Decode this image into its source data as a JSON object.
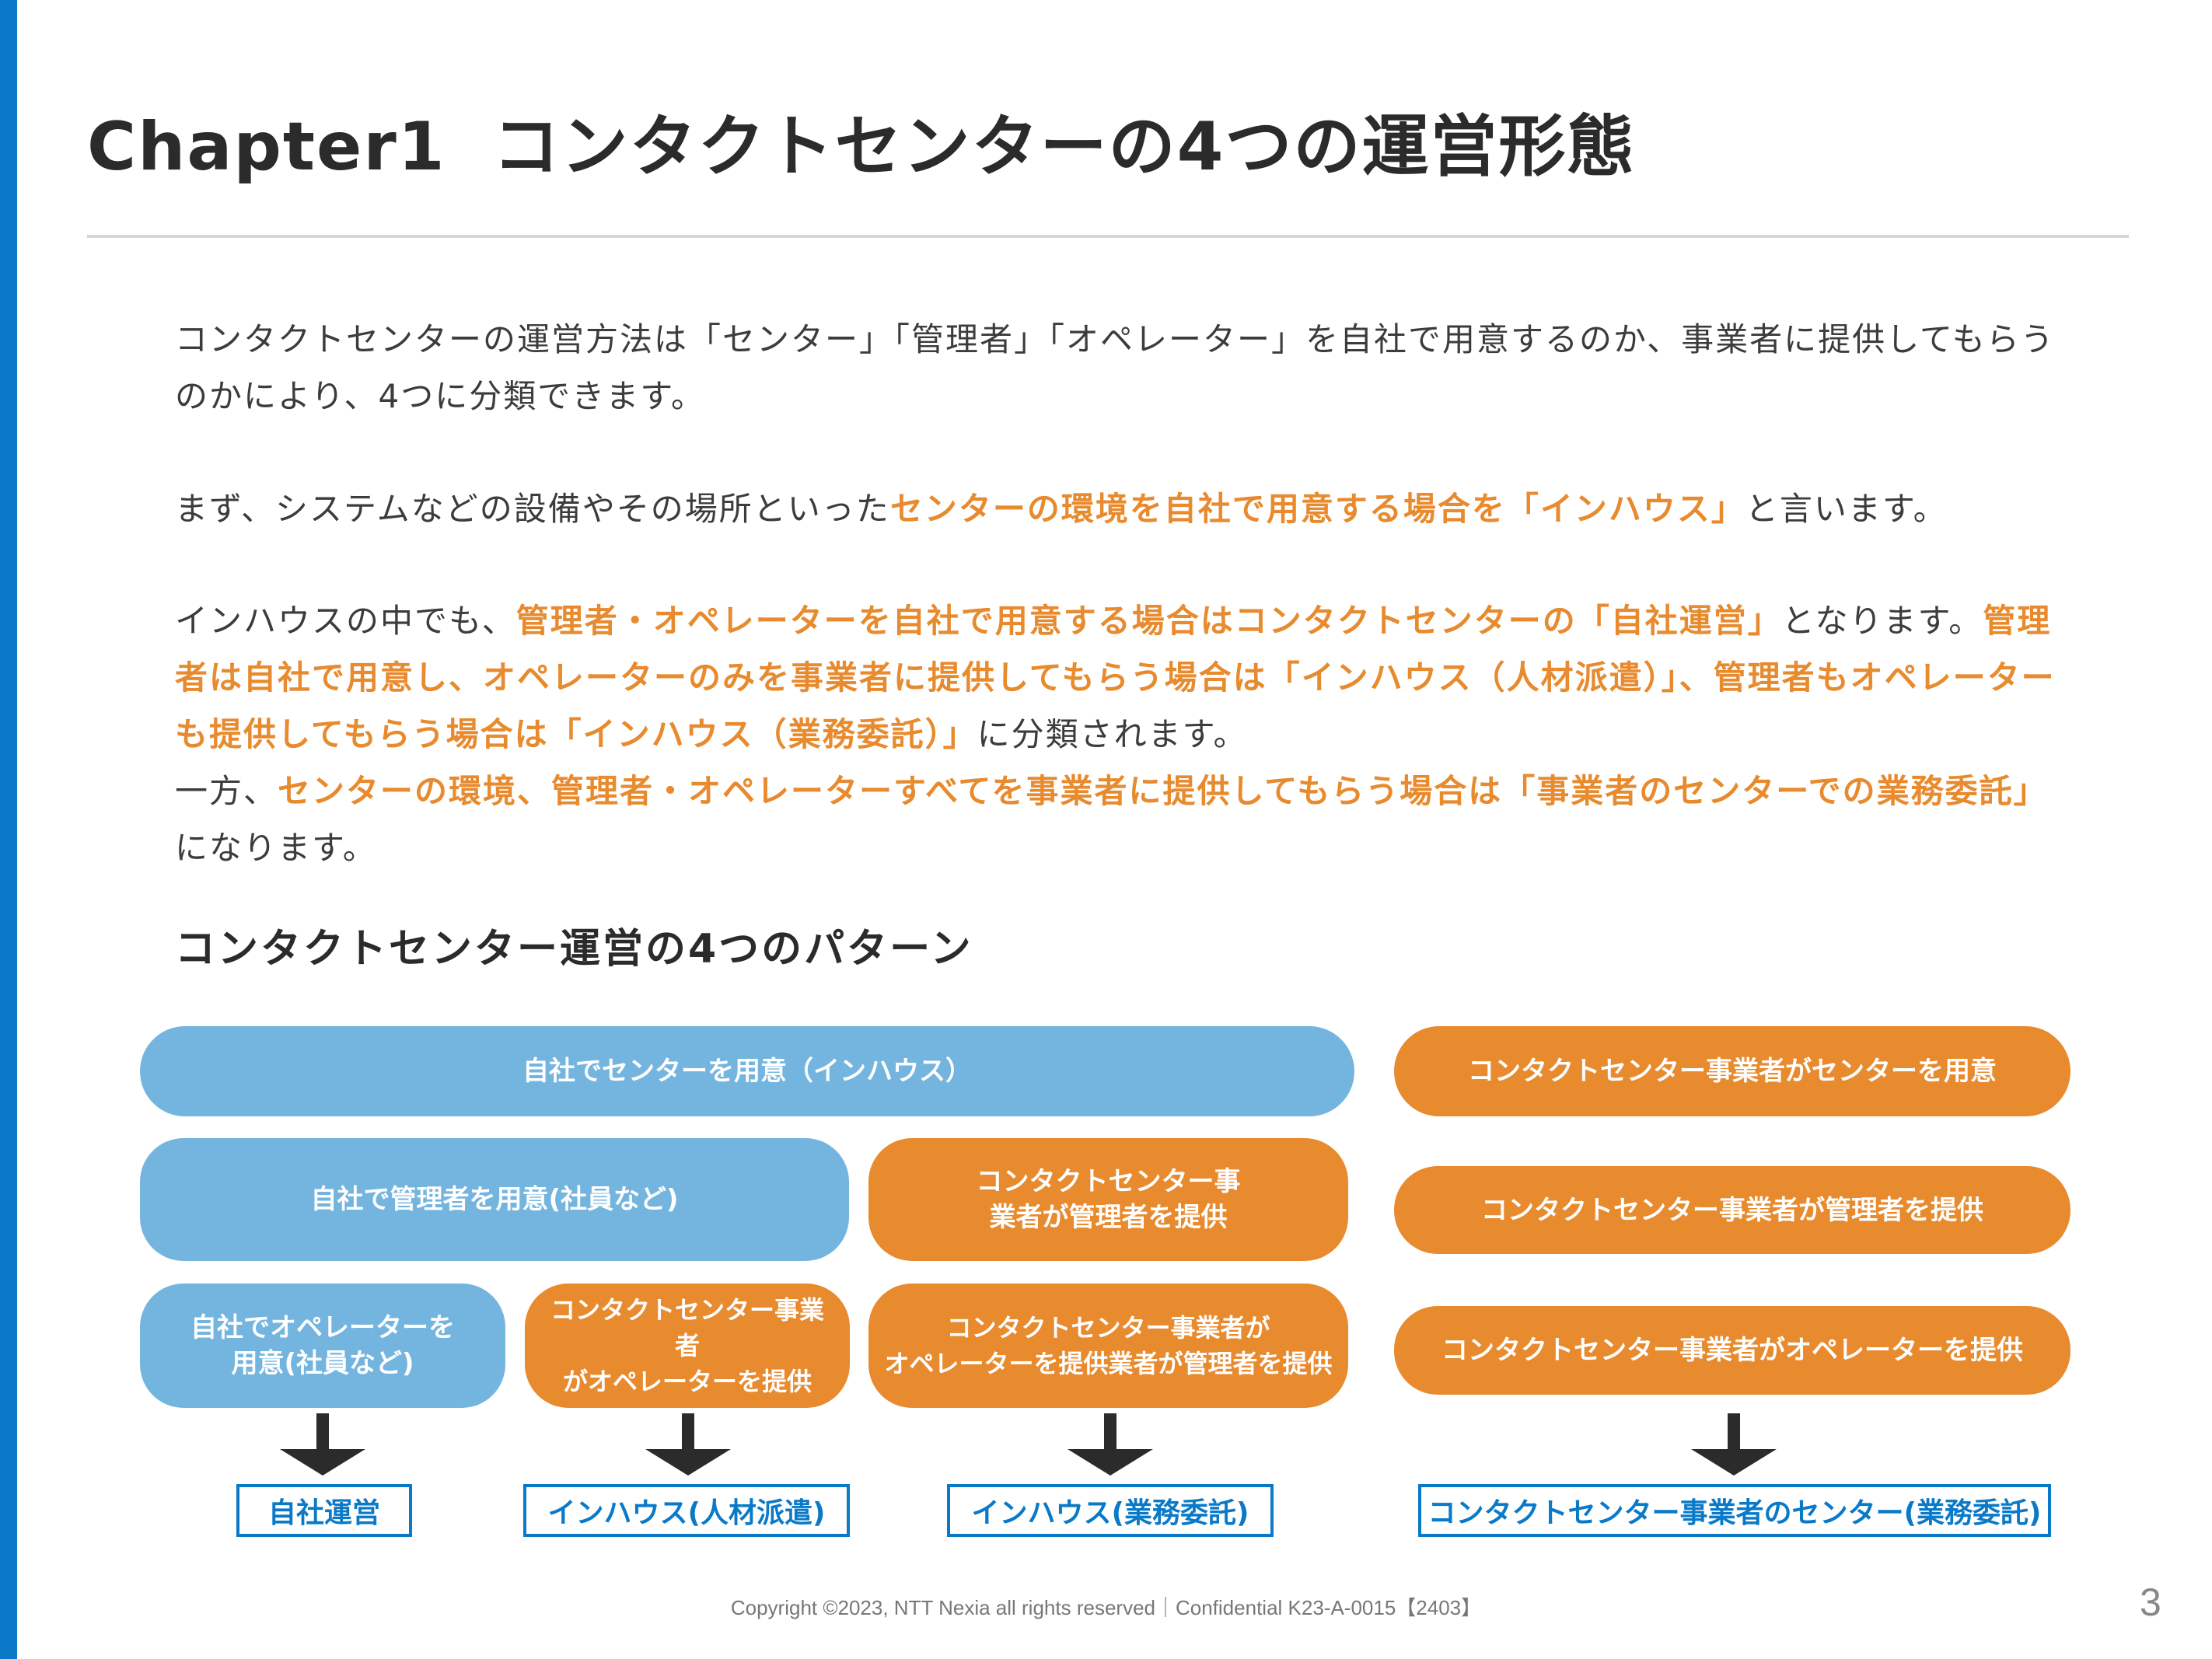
{
  "title": {
    "chapter": "Chapter1",
    "text": "コンタクトセンターの4つの運営形態"
  },
  "paragraphs": {
    "p1": "コンタクトセンターの運営方法は「センター」「管理者」「オペレーター」を自社で用意するのか、事業者に提供してもらうのかにより、4つに分類できます。",
    "p2_a": "まず、システムなどの設備やその場所といった",
    "p2_b": "センターの環境を自社で用意する場合を「インハウス」",
    "p2_c": "と言います。",
    "p3_a": "インハウスの中でも、",
    "p3_b": "管理者・オペレーターを自社で用意する場合はコンタクトセンターの「自社運営」",
    "p3_c": "となります。",
    "p3_d": "管理者は自社で用意し、オペレーターのみを事業者に提供してもらう場合は「インハウス（人材派遣）」、管理者もオペレーターも提供してもらう場合は「インハウス（業務委託）」",
    "p3_e": "に分類されます。",
    "p4_a": "一方、",
    "p4_b": "センターの環境、管理者・オペレーターすべてを事業者に提供してもらう場合は「事業者のセンターでの業務委託」",
    "p4_c": "になります。"
  },
  "subheading": "コンタクトセンター運営の4つのパターン",
  "diagram": {
    "top_inhouse": "自社でセンターを用意（インハウス）",
    "top_vendor": "コンタクトセンター事業者がセンターを用意",
    "mgr_self": "自社で管理者を用意(社員など)",
    "mgr_vendor_l1": "コンタクトセンター事",
    "mgr_vendor_l2": "業者が管理者を提供",
    "mgr_vendor_right": "コンタクトセンター事業者が管理者を提供",
    "op_self_l1": "自社でオペレーターを",
    "op_self_l2": "用意(社員など)",
    "op_vendor_l1": "コンタクトセンター事業者",
    "op_vendor_l2": "がオペレーターを提供",
    "op_both_l1": "コンタクトセンター事業者が",
    "op_both_l2": "オペレーターを提供業者が管理者を提供",
    "op_vendor_right": "コンタクトセンター事業者がオペレーターを提供",
    "results": {
      "r1": "自社運営",
      "r2": "インハウス(人材派遣)",
      "r3": "インハウス(業務委託)",
      "r4": "コンタクトセンター事業者のセンター(業務委託)"
    }
  },
  "footer": "Copyright ©2023, NTT Nexia all rights reserved｜Confidential K23-A-0015【2403】",
  "page_number": "3",
  "colors": {
    "accent_blue": "#0a7ac8",
    "box_blue": "#74b5df",
    "box_orange": "#e88a2e"
  }
}
